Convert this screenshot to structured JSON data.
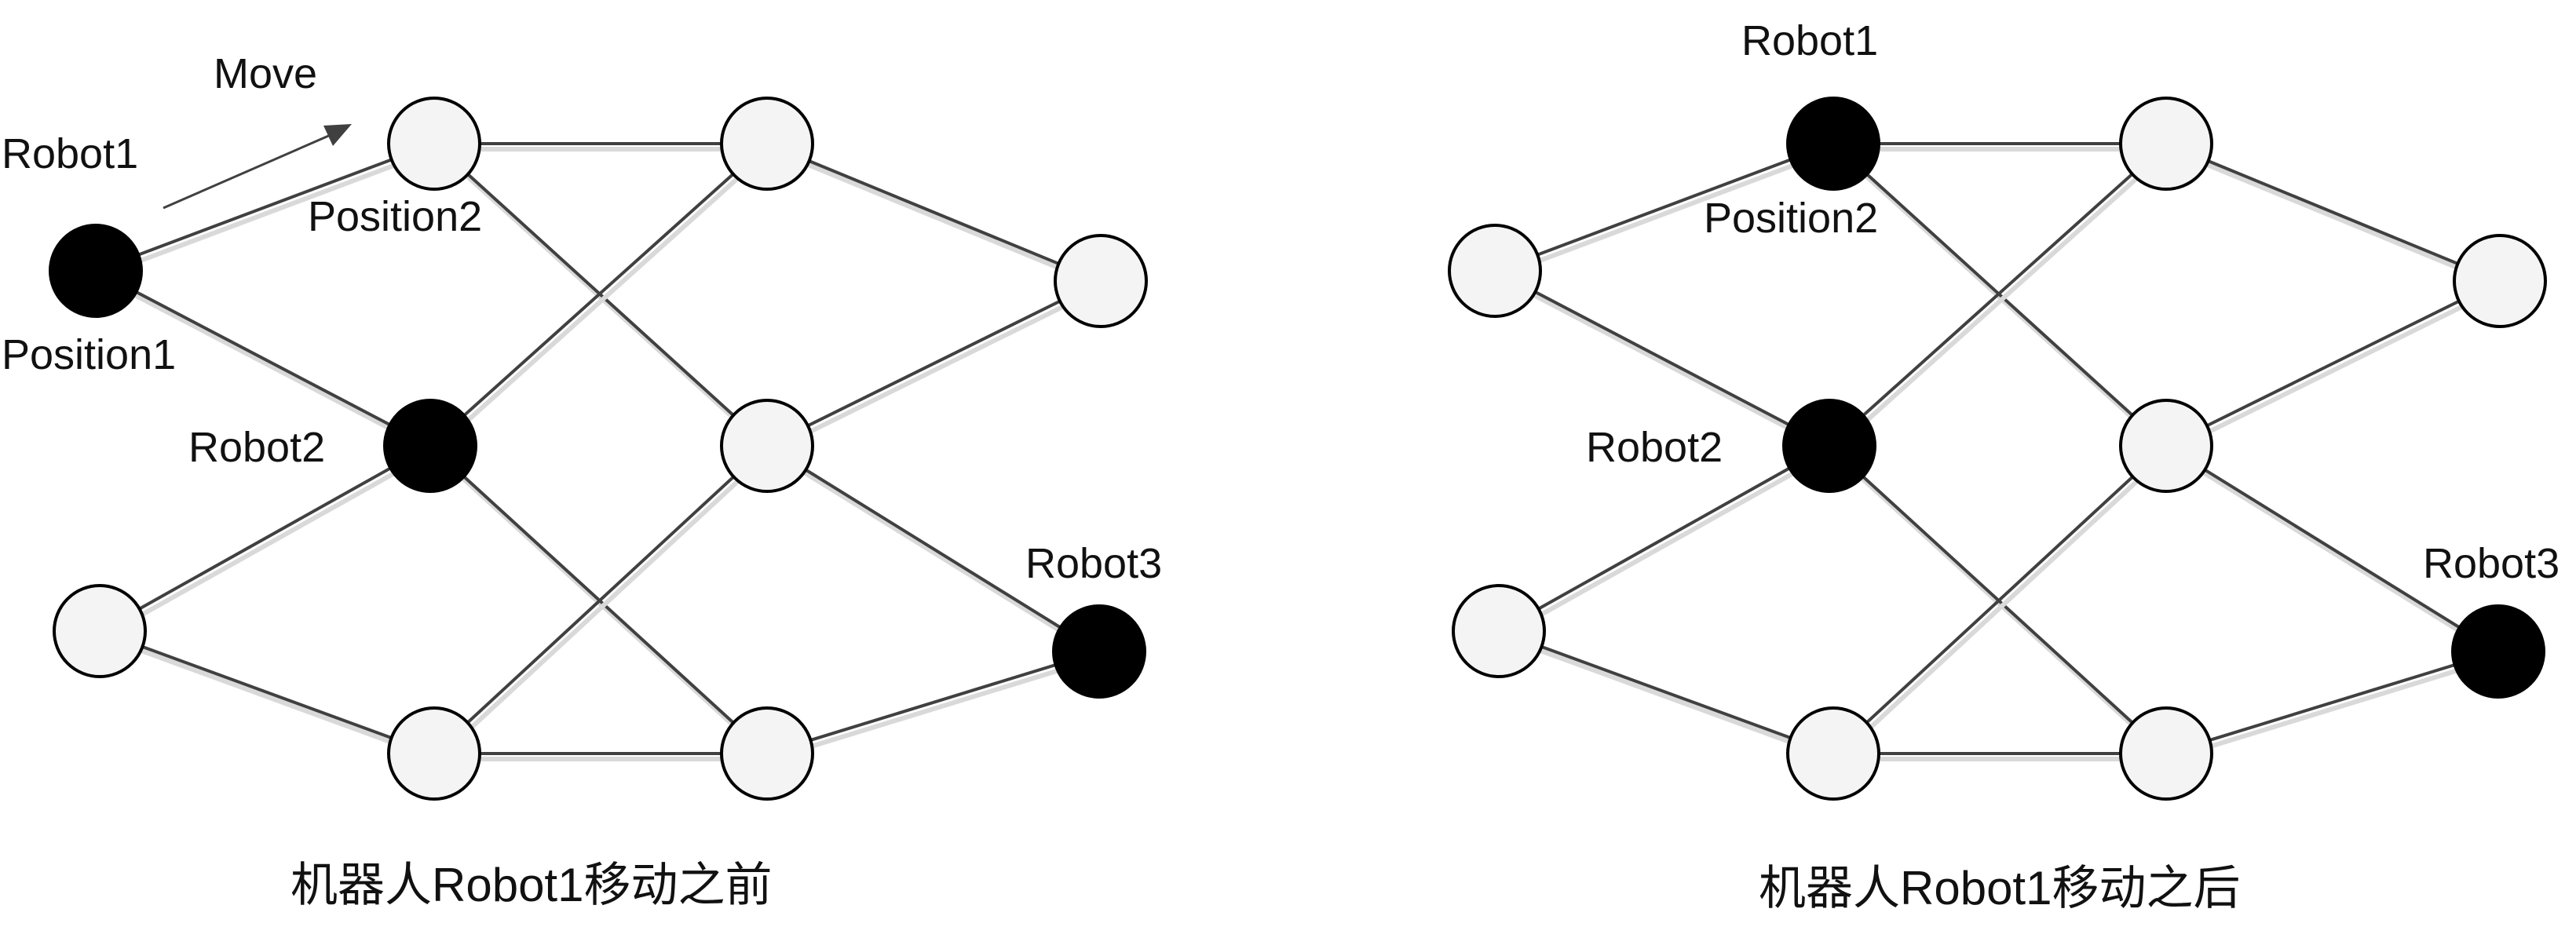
{
  "colors": {
    "node_empty_fill": "#f4f4f4",
    "node_filled": "#000000",
    "edge": "#404040",
    "edge_shadow": "#d9d9d9",
    "text": "#111111"
  },
  "before": {
    "caption": "机器人Robot1移动之前",
    "move_label": "Move",
    "labels": {
      "robot1": "Robot1",
      "position1": "Position1",
      "position2": "Position2",
      "robot2": "Robot2",
      "robot3": "Robot3"
    }
  },
  "after": {
    "caption": "机器人Robot1移动之后",
    "labels": {
      "robot1": "Robot1",
      "position2": "Position2",
      "robot2": "Robot2",
      "robot3": "Robot3"
    }
  },
  "graph": {
    "nodes": [
      "n1",
      "n2",
      "n3",
      "n4",
      "n5",
      "n6",
      "n7",
      "n8",
      "n9",
      "n10"
    ],
    "edges": [
      [
        "n1",
        "n2"
      ],
      [
        "n1",
        "n3"
      ],
      [
        "n2",
        "n5"
      ],
      [
        "n2",
        "n6"
      ],
      [
        "n3",
        "n5"
      ],
      [
        "n3",
        "n8"
      ],
      [
        "n4",
        "n3"
      ],
      [
        "n4",
        "n7"
      ],
      [
        "n7",
        "n6"
      ],
      [
        "n7",
        "n8"
      ],
      [
        "n5",
        "n9"
      ],
      [
        "n6",
        "n9"
      ],
      [
        "n6",
        "n10"
      ],
      [
        "n8",
        "n10"
      ]
    ],
    "before_filled": [
      "n1",
      "n3",
      "n10"
    ],
    "after_filled": [
      "n2",
      "n3",
      "n10"
    ]
  }
}
